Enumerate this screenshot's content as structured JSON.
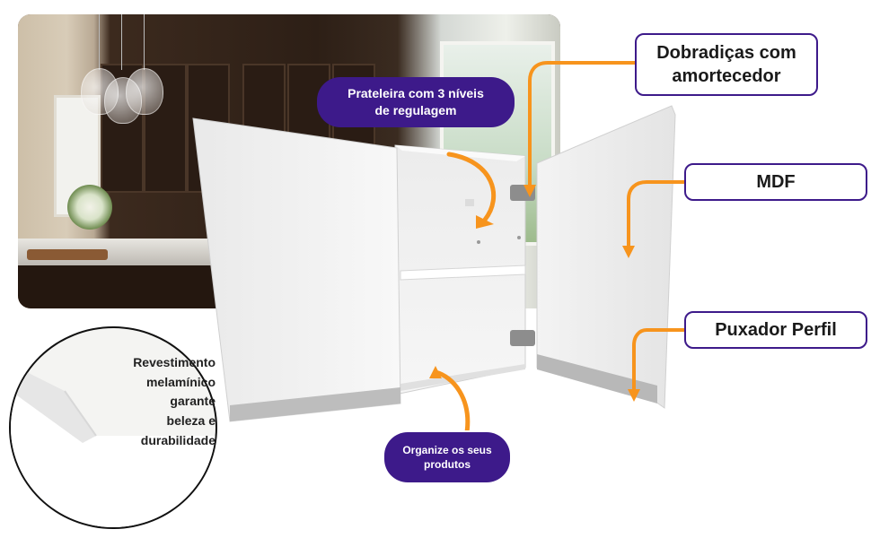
{
  "labels": {
    "prateleira": [
      "Prateleira com 3 níveis",
      "de regulagem"
    ],
    "organize": [
      "Organize os seus",
      "produtos"
    ],
    "dobradicas": [
      "Dobradiças com",
      "amortecedor"
    ],
    "mdf": "MDF",
    "puxador": "Puxador Perfil",
    "revestimento": [
      "Revestimento",
      "melamínico",
      "garante",
      "beleza e",
      "durabilidade"
    ]
  },
  "colors": {
    "accent_purple": "#3d1a8a",
    "arrow_orange": "#f7941d"
  }
}
